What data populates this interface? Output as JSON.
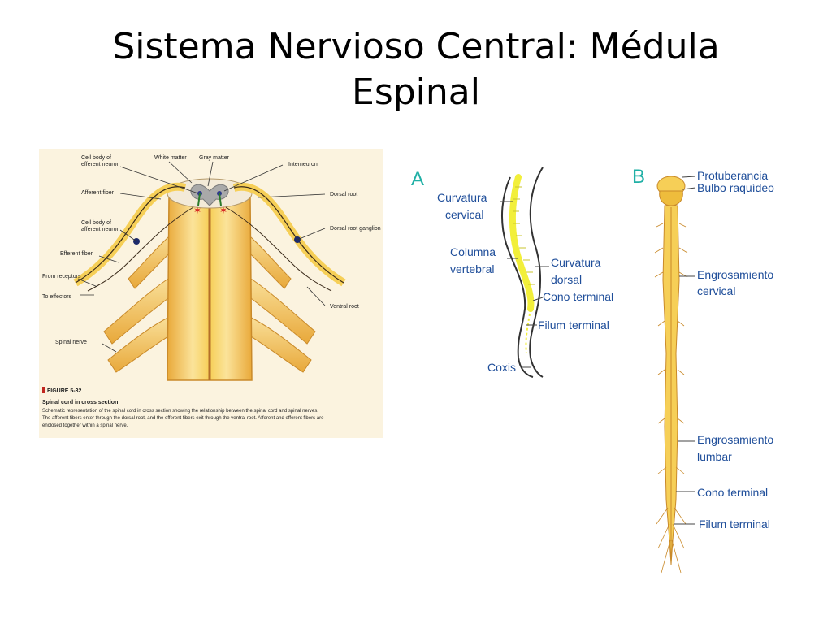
{
  "slide": {
    "title_line1": "Sistema Nervioso Central: Médula",
    "title_line2": "Espinal"
  },
  "figure_cross_section": {
    "labels": {
      "cell_body_efferent": [
        "Cell body of",
        "efferent neuron"
      ],
      "white_matter": "White matter",
      "gray_matter": "Gray matter",
      "interneuron": "Interneuron",
      "afferent_fiber": "Afferent fiber",
      "dorsal_root": "Dorsal root",
      "cell_body_afferent": [
        "Cell body of",
        "afferent neuron"
      ],
      "dorsal_root_ganglion": "Dorsal root ganglion",
      "efferent_fiber": "Efferent fiber",
      "from_receptors": "From receptors",
      "to_effectors": "To effectors",
      "ventral_root": "Ventral root",
      "spinal_nerve": "Spinal nerve"
    },
    "caption": {
      "figure_number": "FIGURE 5-32",
      "heading": "Spinal cord in cross section",
      "text_lines": [
        "Schematic representation of the spinal cord in cross section showing the relationship between the spinal cord and spinal nerves.",
        "The afferent fibers enter through the dorsal root, and the efferent fibers exit through the ventral root. Afferent and efferent fibers are",
        "enclosed together within a spinal nerve."
      ]
    }
  },
  "figure_a": {
    "letter": "A",
    "labels": {
      "curvatura_cervical": [
        "Curvatura",
        "cervical"
      ],
      "columna_vertebral": [
        "Columna",
        "vertebral"
      ],
      "curvatura_dorsal": [
        "Curvatura",
        "dorsal"
      ],
      "cono_terminal": "Cono terminal",
      "filum_terminal": "Filum terminal",
      "coxis": "Coxis"
    }
  },
  "figure_b": {
    "letter": "B",
    "labels": {
      "protuberancia": "Protuberancia",
      "bulbo_raquideo": "Bulbo raquídeo",
      "engrosamiento_cervical": [
        "Engrosamiento",
        "cervical"
      ],
      "engrosamiento_lumbar": [
        "Engrosamiento",
        "lumbar"
      ],
      "cono_terminal": "Cono terminal",
      "filum_terminal": "Filum terminal"
    }
  },
  "colors": {
    "label_blue": "#1f4e9a",
    "letter_teal": "#21b0a6",
    "cord_yellow": "#f6cf57",
    "cord_highlight": "#fbe39a",
    "spine_yellow": "#f2ef3a",
    "caption_red": "#c0261f"
  }
}
